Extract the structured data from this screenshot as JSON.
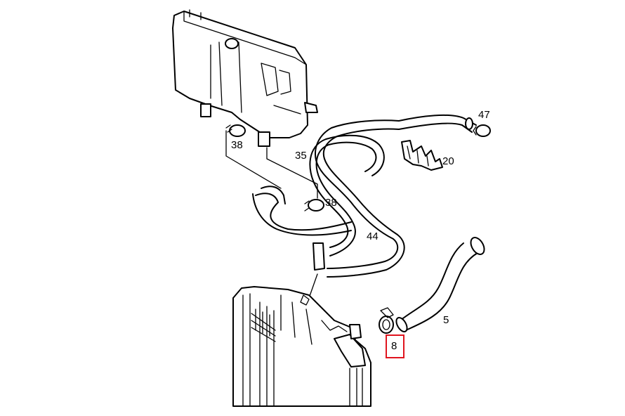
{
  "callouts": {
    "p47": "47",
    "p38a": "38",
    "p35": "35",
    "p20": "20",
    "p38b": "38",
    "p44": "44",
    "p5": "5",
    "p8": "8"
  },
  "highlight": {
    "part": "8",
    "color": "#e0141e"
  }
}
